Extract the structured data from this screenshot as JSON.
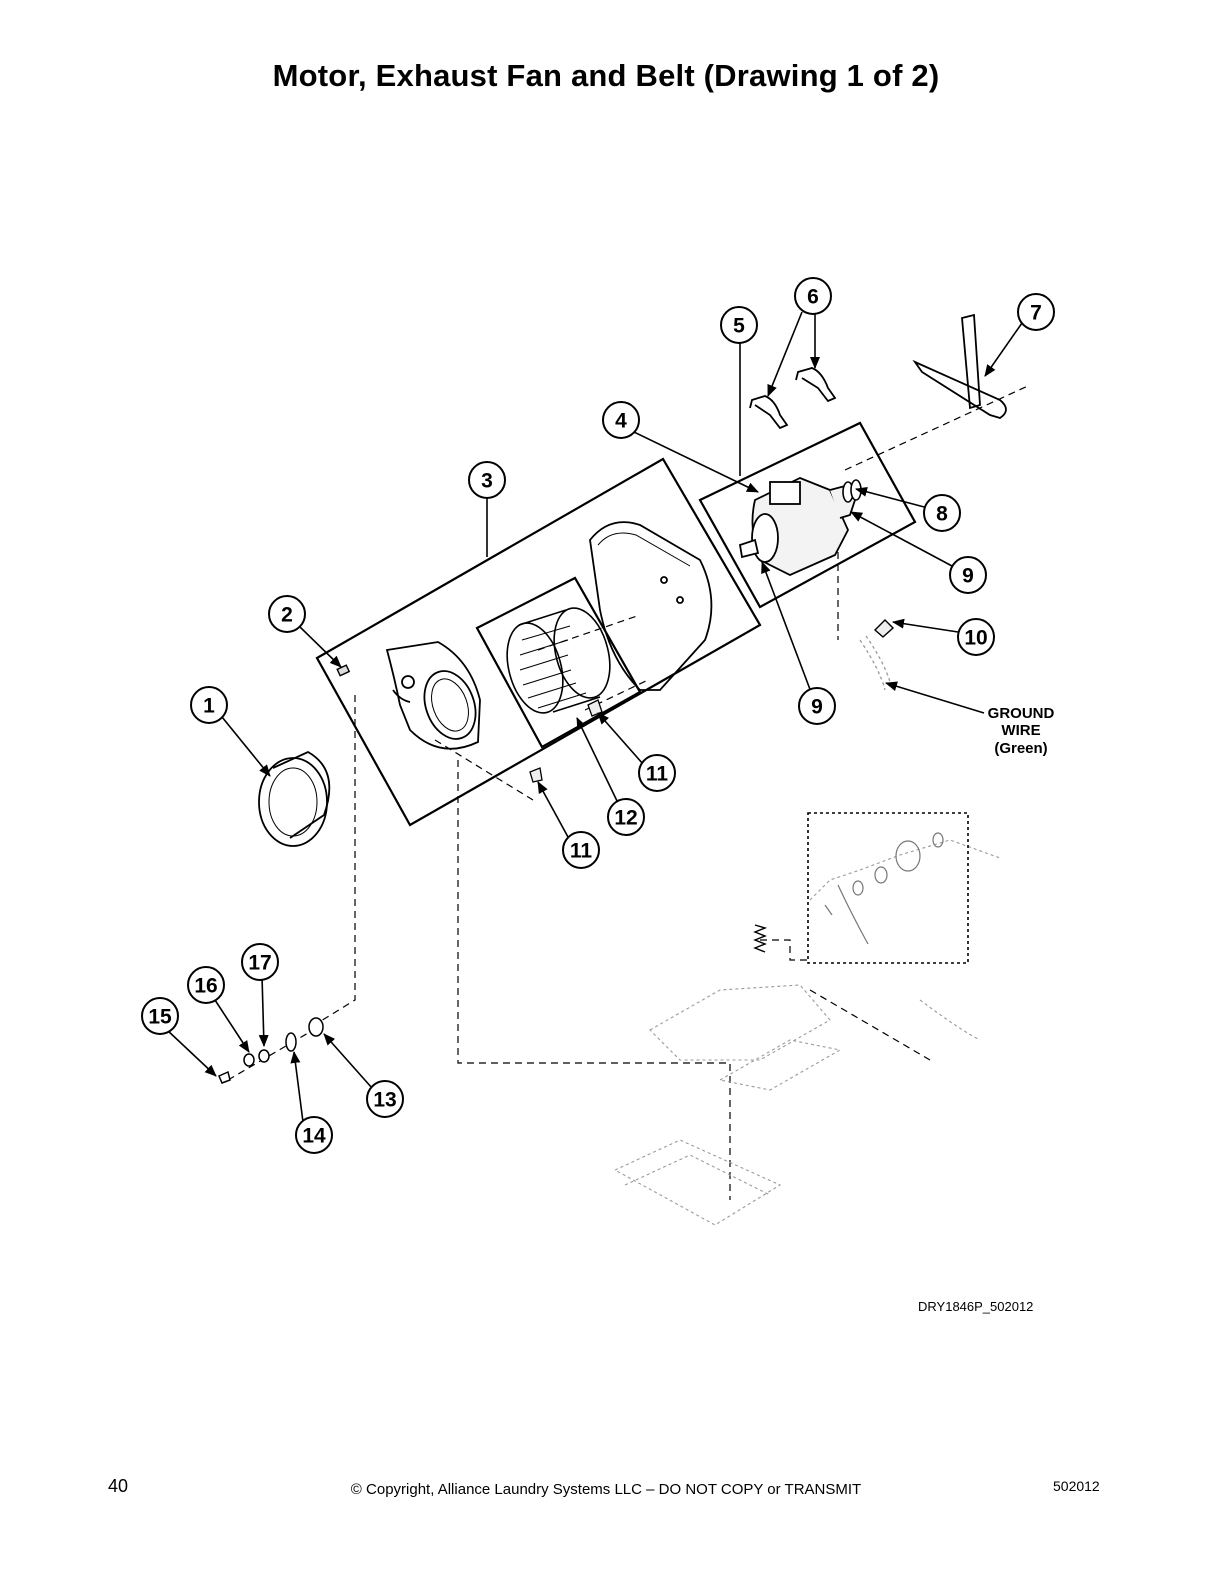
{
  "title": "Motor, Exhaust Fan and Belt (Drawing 1 of 2)",
  "callouts": {
    "c1": "1",
    "c2": "2",
    "c3": "3",
    "c4": "4",
    "c5": "5",
    "c6": "6",
    "c7": "7",
    "c8": "8",
    "c9a": "9",
    "c9b": "9",
    "c10": "10",
    "c11a": "11",
    "c11b": "11",
    "c12": "12",
    "c13": "13",
    "c14": "14",
    "c15": "15",
    "c16": "16",
    "c17": "17"
  },
  "ground_wire": {
    "line1": "GROUND",
    "line2": "WIRE",
    "line3": "(Green)"
  },
  "drawing_id": "DRY1846P_502012",
  "footer": {
    "page_number": "40",
    "copyright": "© Copyright, Alliance Laundry Systems LLC – DO NOT COPY or TRANSMIT",
    "doc_number": "502012"
  },
  "colors": {
    "line": "#000000",
    "faint": "#9a9a9a",
    "paper": "#ffffff"
  }
}
